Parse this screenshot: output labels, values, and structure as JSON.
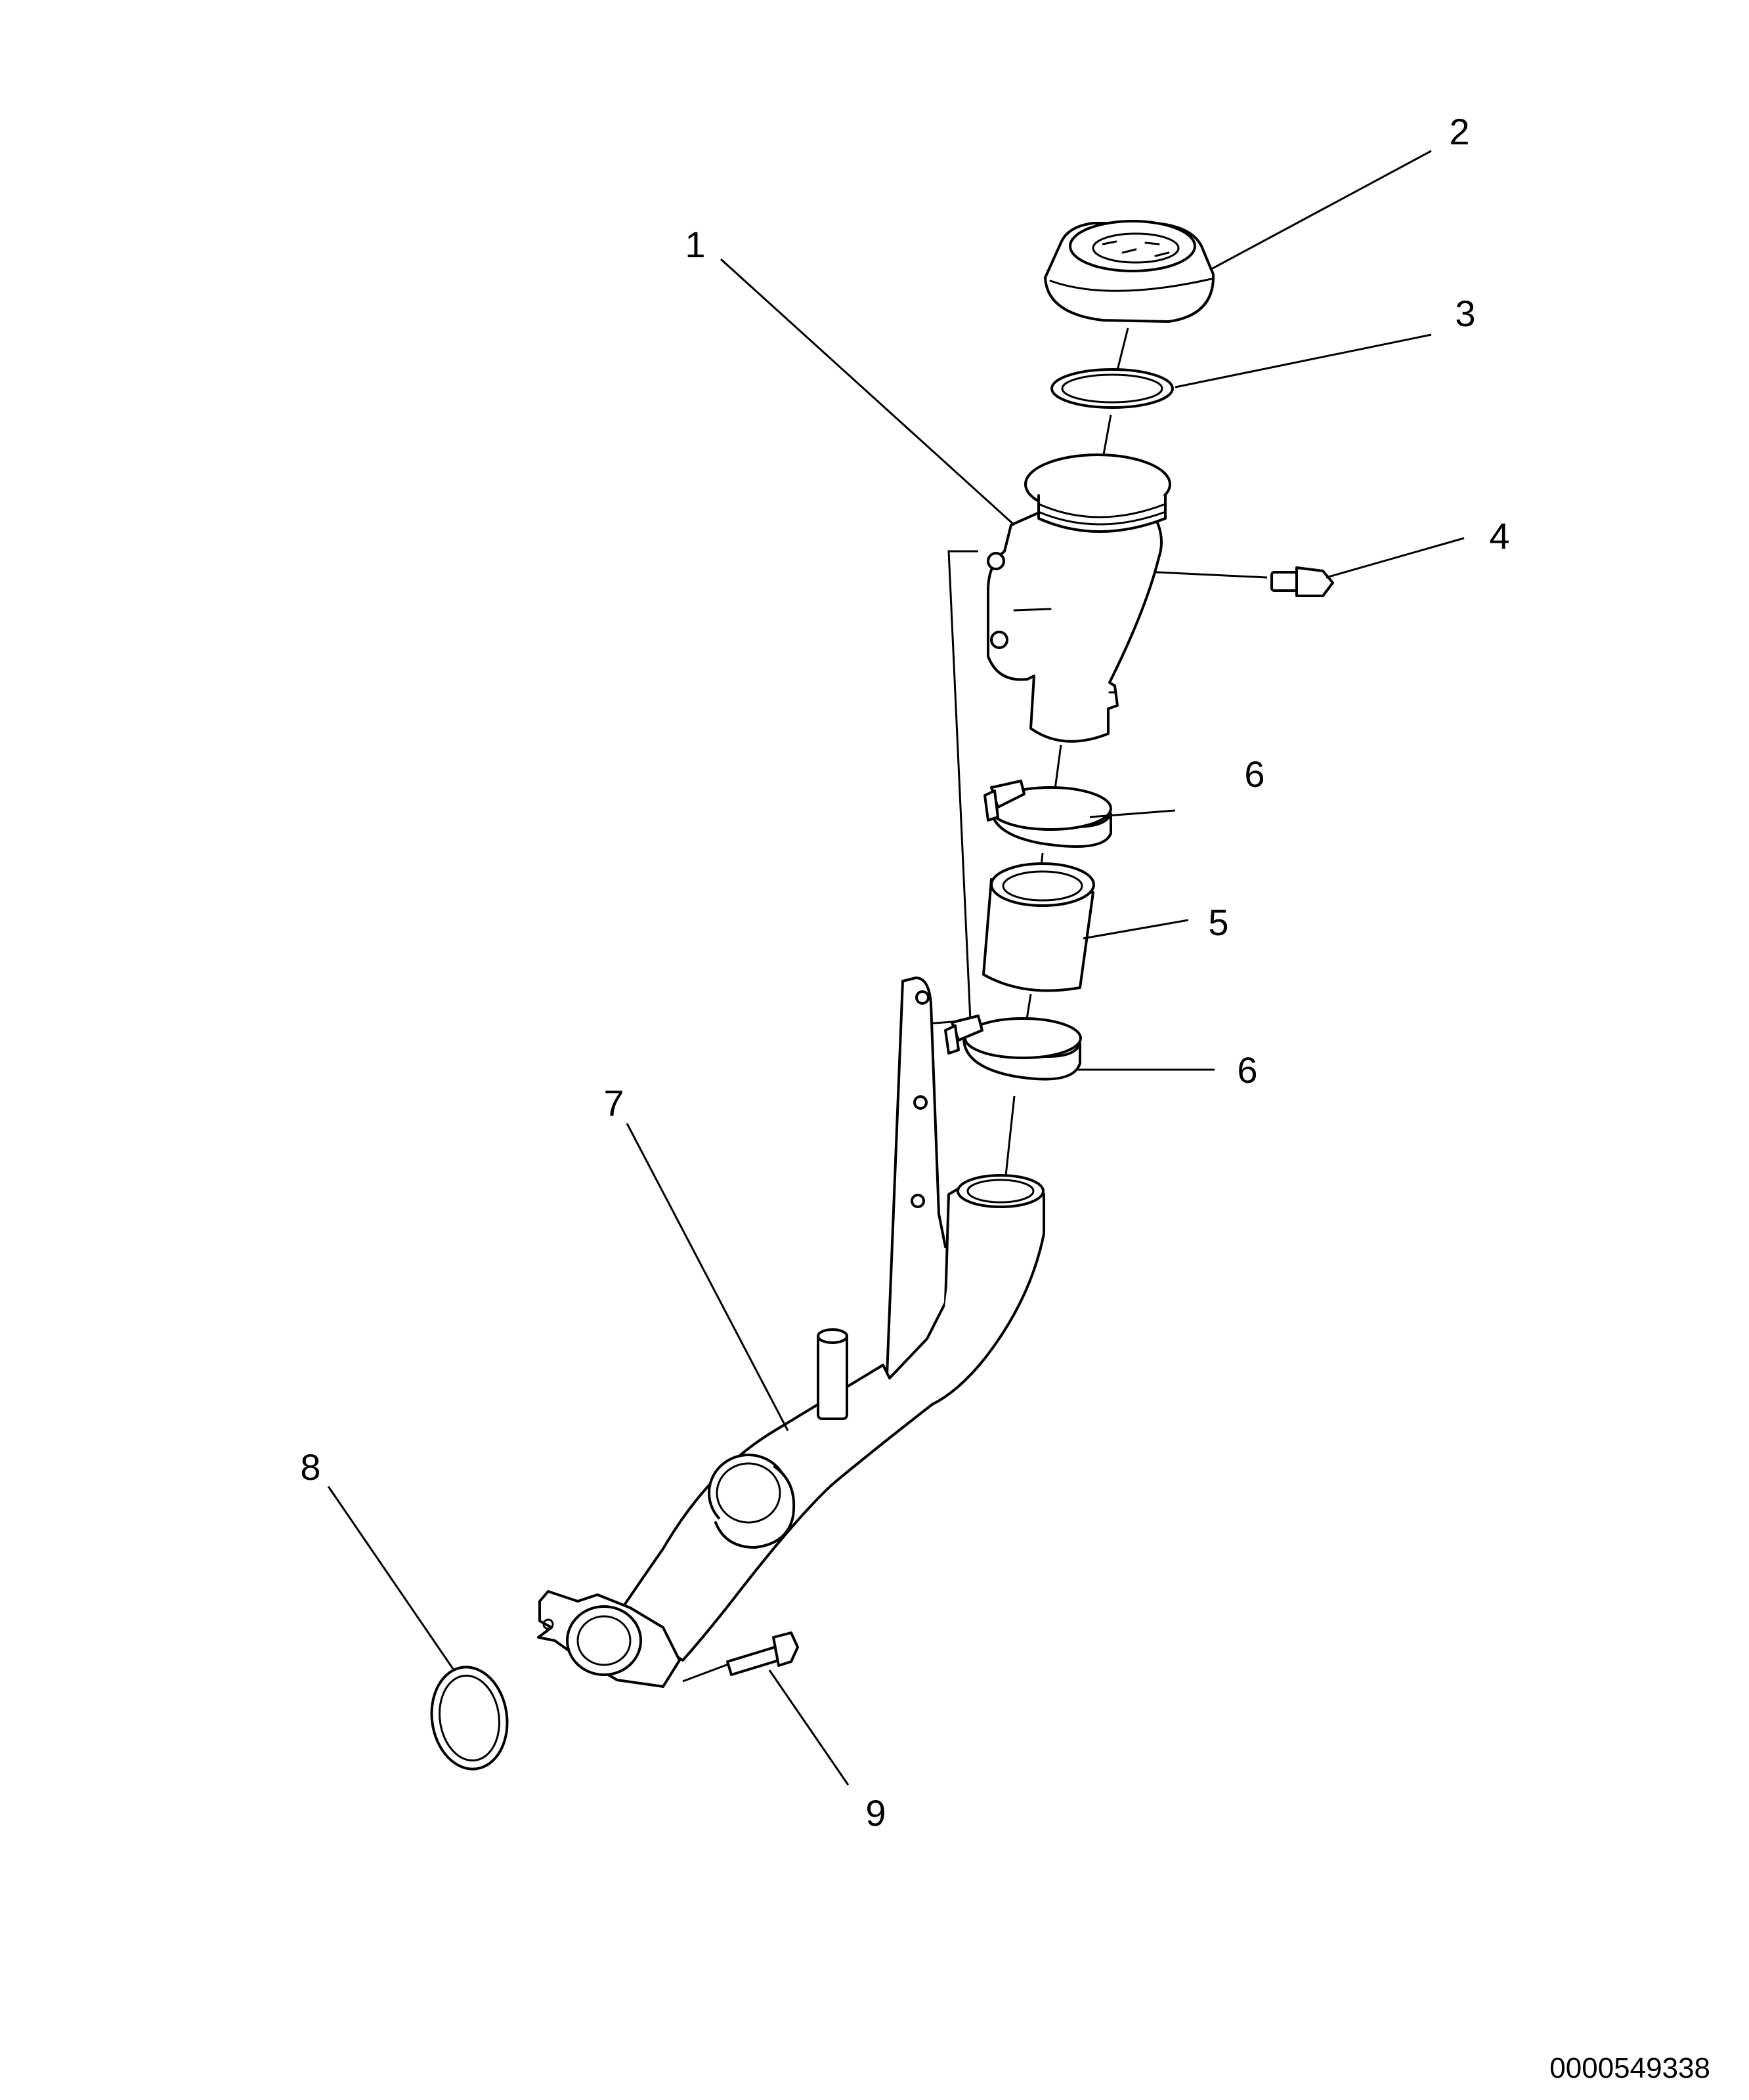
{
  "diagram": {
    "document_id": "0000549338",
    "callouts": [
      {
        "id": "callout-1",
        "label": "1"
      },
      {
        "id": "callout-2",
        "label": "2"
      },
      {
        "id": "callout-3",
        "label": "3"
      },
      {
        "id": "callout-4",
        "label": "4"
      },
      {
        "id": "callout-5",
        "label": "5"
      },
      {
        "id": "callout-6a",
        "label": "6"
      },
      {
        "id": "callout-6b",
        "label": "6"
      },
      {
        "id": "callout-7",
        "label": "7"
      },
      {
        "id": "callout-8",
        "label": "8"
      },
      {
        "id": "callout-9",
        "label": "9"
      }
    ],
    "colors": {
      "line": "#000000",
      "background": "#ffffff"
    }
  }
}
